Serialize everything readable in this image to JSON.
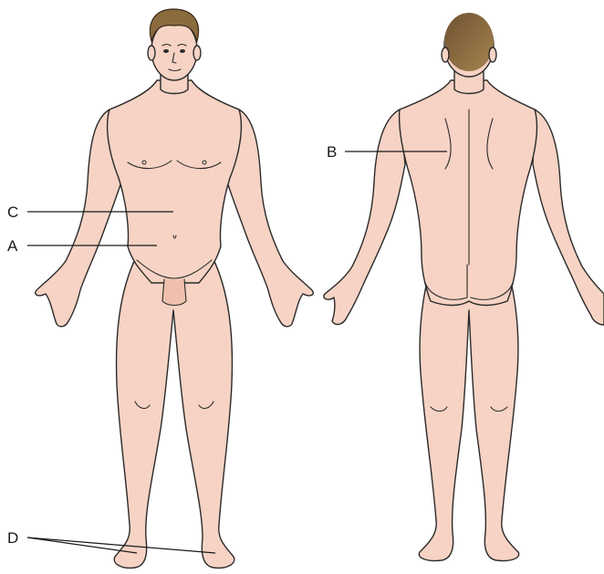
{
  "diagram": {
    "labels": {
      "a": "A",
      "b": "B",
      "c": "C",
      "d": "D"
    },
    "colors": {
      "skin": "#f6d3c4",
      "skin_shade": "#efc1ad",
      "hair": "#8b6a3e",
      "outline": "#2a2a2a"
    }
  }
}
